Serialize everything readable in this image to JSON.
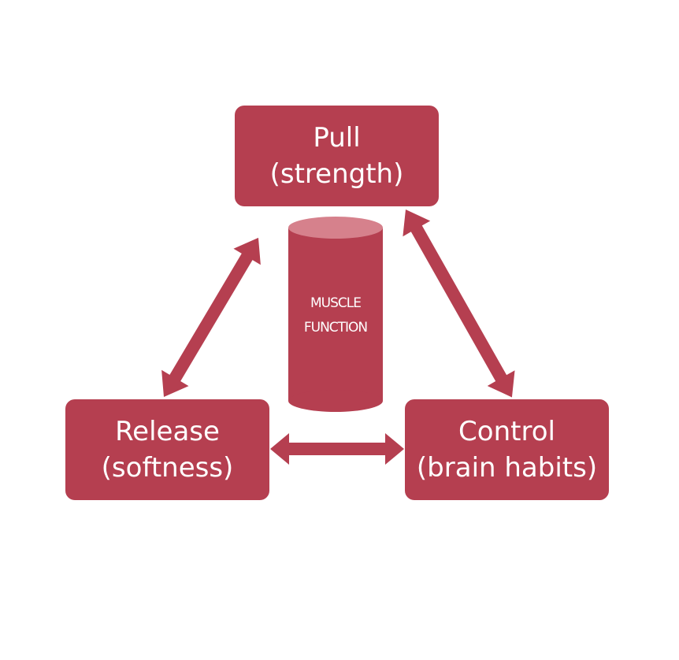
{
  "diagram": {
    "nodes": {
      "pull": {
        "line1": "Pull",
        "line2": "(strength)"
      },
      "release": {
        "line1": "Release",
        "line2": "(softness)"
      },
      "control": {
        "line1": "Control",
        "line2": "(brain habits)"
      }
    },
    "center": {
      "line1": "MUSCLE",
      "line2": "FUNCTION"
    }
  },
  "colors": {
    "box": "#b53f50",
    "cylinder_top": "#d6818c",
    "text": "#ffffff"
  }
}
